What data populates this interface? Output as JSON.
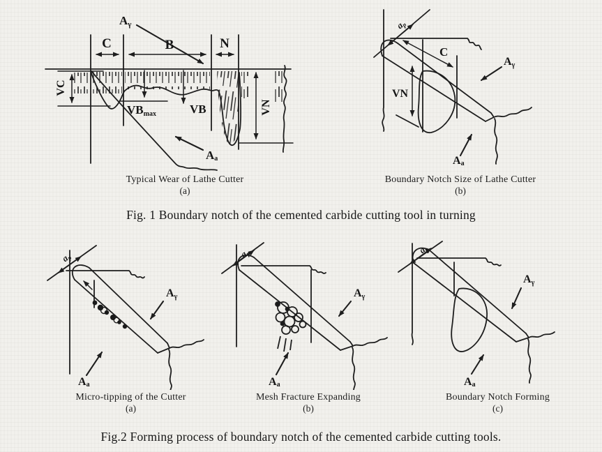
{
  "document": {
    "background": "#f2f1ed",
    "ink": "#1e1e1e"
  },
  "fig1": {
    "caption": "Fig. 1 Boundary notch of the cemented carbide cutting tool in turning",
    "panel_a": {
      "title": "Typical Wear of Lathe Cutter",
      "tag": "(a)",
      "labels": {
        "rake_face_main": "A",
        "rake_face_sub": "γ",
        "zone_c": "C",
        "zone_b": "B",
        "zone_n": "N",
        "vc": "VC",
        "vb_max_main": "VB",
        "vb_max_sub": "max",
        "vb": "VB",
        "vn": "VN",
        "flank_face_main": "A",
        "flank_face_sub": "a"
      }
    },
    "panel_b": {
      "title": "Boundary Notch Size of Lathe Cutter",
      "tag": "(b)",
      "labels": {
        "depth_of_cut_main": "a",
        "depth_of_cut_sub": "p",
        "c": "C",
        "vn": "VN",
        "rake_face_main": "A",
        "rake_face_sub": "γ",
        "flank_face_main": "A",
        "flank_face_sub": "a"
      }
    }
  },
  "fig2": {
    "caption": "Fig.2 Forming process of boundary notch of the cemented carbide cutting tools.",
    "panel_a": {
      "title": "Micro-tipping of the Cutter",
      "tag": "(a)",
      "labels": {
        "depth_of_cut_main": "a",
        "depth_of_cut_sub": "p",
        "rake_face_main": "A",
        "rake_face_sub": "γ",
        "flank_face_main": "A",
        "flank_face_sub": "a"
      }
    },
    "panel_b": {
      "title": "Mesh Fracture Expanding",
      "tag": "(b)",
      "labels": {
        "depth_of_cut_main": "a",
        "depth_of_cut_sub": "p",
        "rake_face_main": "A",
        "rake_face_sub": "γ",
        "flank_face_main": "A",
        "flank_face_sub": "a"
      }
    },
    "panel_c": {
      "title": "Boundary Notch Forming",
      "tag": "(c)",
      "labels": {
        "depth_of_cut_main": "a",
        "depth_of_cut_sub": "p",
        "rake_face_main": "A",
        "rake_face_sub": "γ",
        "flank_face_main": "A",
        "flank_face_sub": "a"
      }
    }
  }
}
